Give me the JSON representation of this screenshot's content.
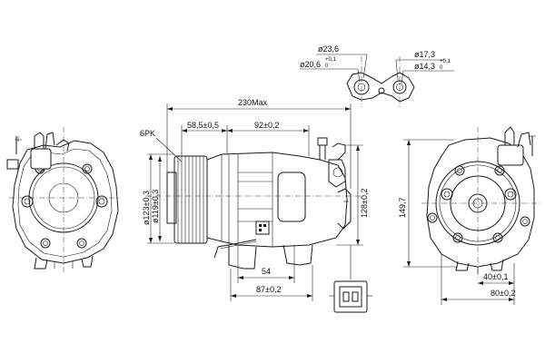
{
  "dimensions": {
    "dia_23_6": "ø23,6",
    "dia_20_6": "ø20,6",
    "dia_20_6_tol": "+0,1",
    "dia_20_6_tol_lower": "0",
    "dia_17_3": "ø17,3",
    "dia_14_3": "ø14,3",
    "dia_14_3_tol": "+0,1",
    "dia_14_3_tol_lower": "0",
    "overall_length": "230Max",
    "len_58_5": "58,5±0,5",
    "len_92": "92±0,2",
    "pulley_type": "6PK",
    "dia_123": "ø123±0,3",
    "dia_119": "ø119±0,3",
    "height_128": "128±0,2",
    "height_149_7": "149,7",
    "len_54": "54",
    "len_87": "87±0,2",
    "len_40": "40±0,1",
    "len_80": "80±0,2"
  },
  "icons": {
    "left_view": "compressor-front-view-icon",
    "side_view": "compressor-side-view-icon",
    "right_view": "compressor-rear-view-icon",
    "fitting": "port-fitting-icon",
    "connector": "electrical-connector-icon"
  }
}
